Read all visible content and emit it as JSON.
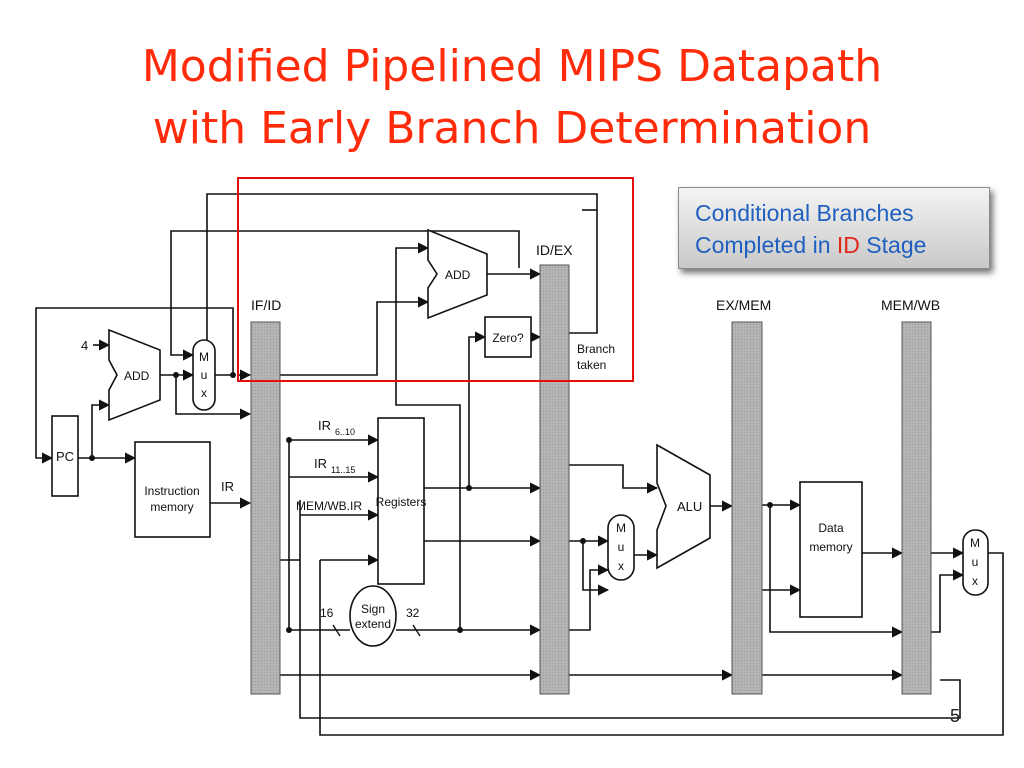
{
  "title": {
    "line1": "Modified Pipelined MIPS Datapath",
    "line2": "with Early Branch Determination"
  },
  "callout": {
    "line1": "Conditional Branches",
    "line2_prefix": "Completed in ",
    "line2_highlight": "ID",
    "line2_suffix": " Stage",
    "text_color": "#1f5fbf",
    "highlight_color": "#e0281a"
  },
  "page_number": "5",
  "colors": {
    "title": "#ff2b0a",
    "highlight_box": "#e01010",
    "pipeline_register": "#b4b4b4"
  },
  "diagram": {
    "registers": {
      "if_id": "IF/ID",
      "id_ex": "ID/EX",
      "ex_mem": "EX/MEM",
      "mem_wb": "MEM/WB"
    },
    "blocks": {
      "pc": "PC",
      "instruction_memory_1": "Instruction",
      "instruction_memory_2": "memory",
      "registers": "Registers",
      "data_memory_1": "Data",
      "data_memory_2": "memory",
      "sign_extend_1": "Sign",
      "sign_extend_2": "extend",
      "zero_test": "Zero?"
    },
    "adders": {
      "pc_adder": "ADD",
      "branch_adder": "ADD",
      "alu": "ALU"
    },
    "mux_letters": [
      "M",
      "u",
      "x"
    ],
    "labels": {
      "constant_four": "4",
      "ir": "IR",
      "ir_6_10_main": "IR",
      "ir_6_10_sub": "6..10",
      "ir_11_15_main": "IR",
      "ir_11_15_sub": "11..15",
      "mem_wb_ir": "MEM/WB.IR",
      "bits_16": "16",
      "bits_32": "32",
      "branch_taken_1": "Branch",
      "branch_taken_2": "taken"
    }
  }
}
